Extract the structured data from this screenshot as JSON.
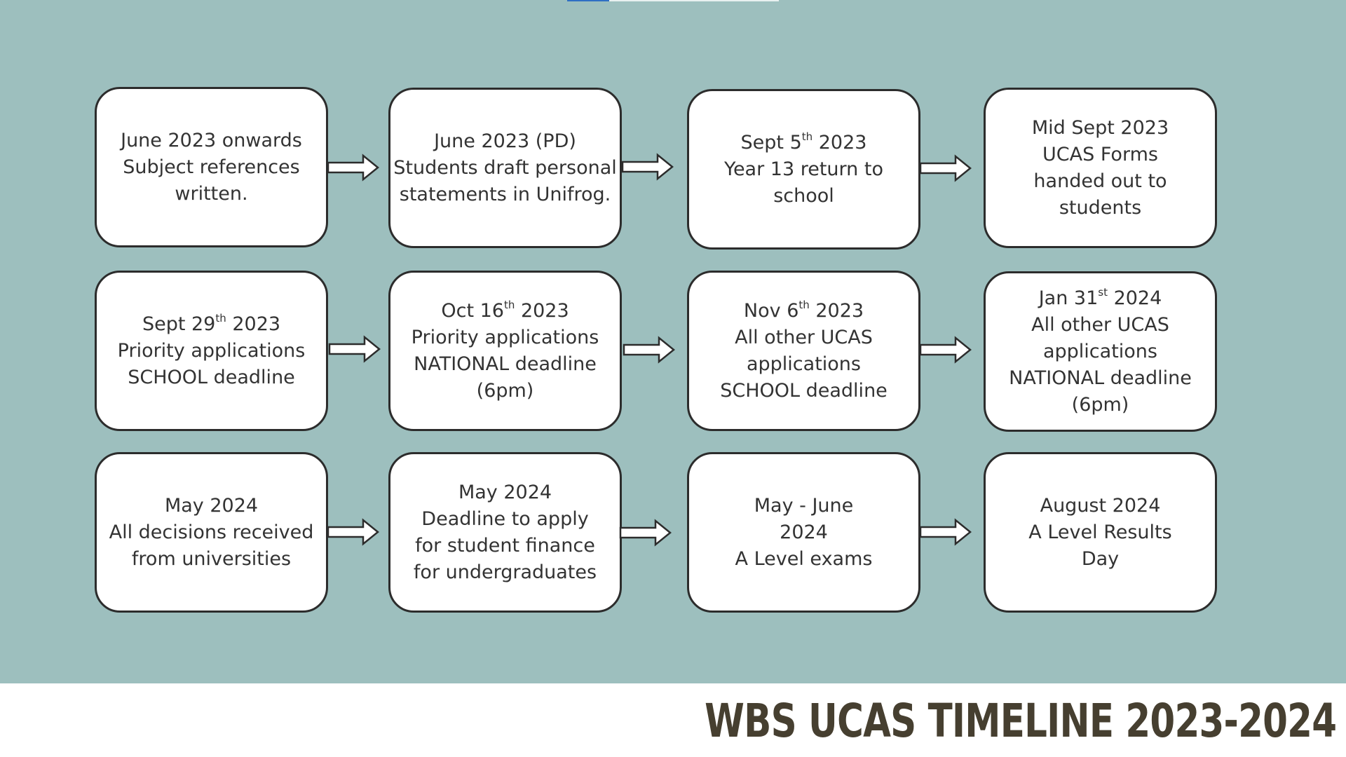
{
  "title": "WBS UCAS TIMELINE 2023-2024",
  "colors": {
    "background": "#9dbfbe",
    "box_fill": "#ffffff",
    "box_border": "#2c2c2c",
    "text": "#333333",
    "title": "#463f30"
  },
  "steps": [
    {
      "l1": "June 2023 onwards",
      "l2": "Subject references",
      "l3": "written."
    },
    {
      "l1": "June 2023 (PD)",
      "l2": "Students draft personal",
      "l3": "statements in Unifrog."
    },
    {
      "l1a": "Sept 5",
      "l1sup": "th",
      "l1b": " 2023",
      "l2": "Year 13 return to",
      "l3": "school"
    },
    {
      "l1": "Mid Sept 2023",
      "l2": "UCAS Forms",
      "l3": "handed out to",
      "l4": "students"
    },
    {
      "l1a": "Sept 29",
      "l1sup": "th",
      "l1b": " 2023",
      "l2": "Priority applications",
      "l3": "SCHOOL deadline"
    },
    {
      "l1a": "Oct 16",
      "l1sup": "th",
      "l1b": " 2023",
      "l2": "Priority applications",
      "l3": "NATIONAL deadline",
      "l4": "(6pm)"
    },
    {
      "l1a": "Nov 6",
      "l1sup": "th",
      "l1b": " 2023",
      "l2": "All other UCAS",
      "l3": "applications",
      "l4": "SCHOOL deadline"
    },
    {
      "l1a": "Jan 31",
      "l1sup": "st",
      "l1b": " 2024",
      "l2": "All other UCAS",
      "l3": "applications",
      "l4": "NATIONAL deadline",
      "l5": "(6pm)"
    },
    {
      "l1": "May 2024",
      "l2": "All decisions received",
      "l3": "from universities"
    },
    {
      "l1": "May 2024",
      "l2": "Deadline to apply",
      "l3": "for student finance",
      "l4": "for undergraduates"
    },
    {
      "l1": "May - June",
      "l2": "2024",
      "l3": "A Level exams"
    },
    {
      "l1": "August 2024",
      "l2": "A Level Results",
      "l3": "Day"
    }
  ]
}
